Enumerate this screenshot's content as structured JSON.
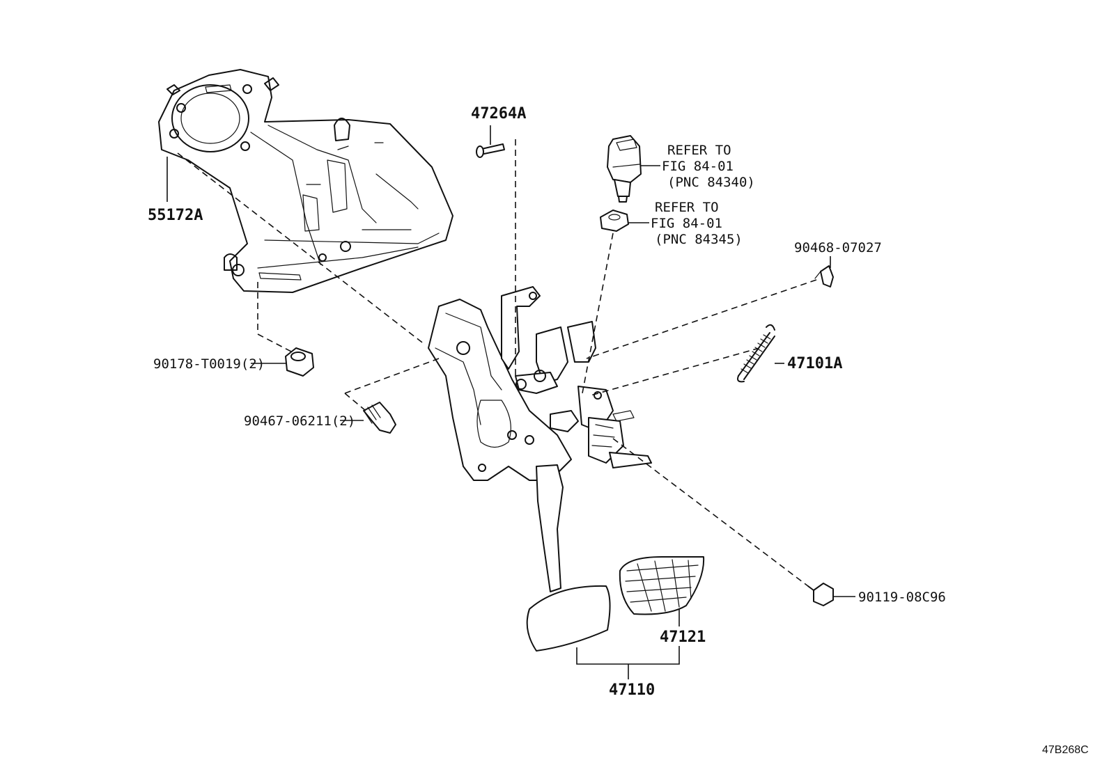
{
  "callouts": {
    "p55172A": "55172A",
    "p47264A": "47264A",
    "ref1_l1": "REFER TO",
    "ref1_l2": "FIG 84-01",
    "ref1_l3": "(PNC 84340)",
    "ref2_l1": "REFER TO",
    "ref2_l2": "FIG 84-01",
    "ref2_l3": "(PNC 84345)",
    "p90468": "90468-07027",
    "p47101A": "47101A",
    "p90178": "90178-T0019(2)",
    "p90467": "90467-06211(2)",
    "p90119": "90119-08C96",
    "p47121": "47121",
    "p47110": "47110"
  },
  "diagram_code": "47B268C"
}
